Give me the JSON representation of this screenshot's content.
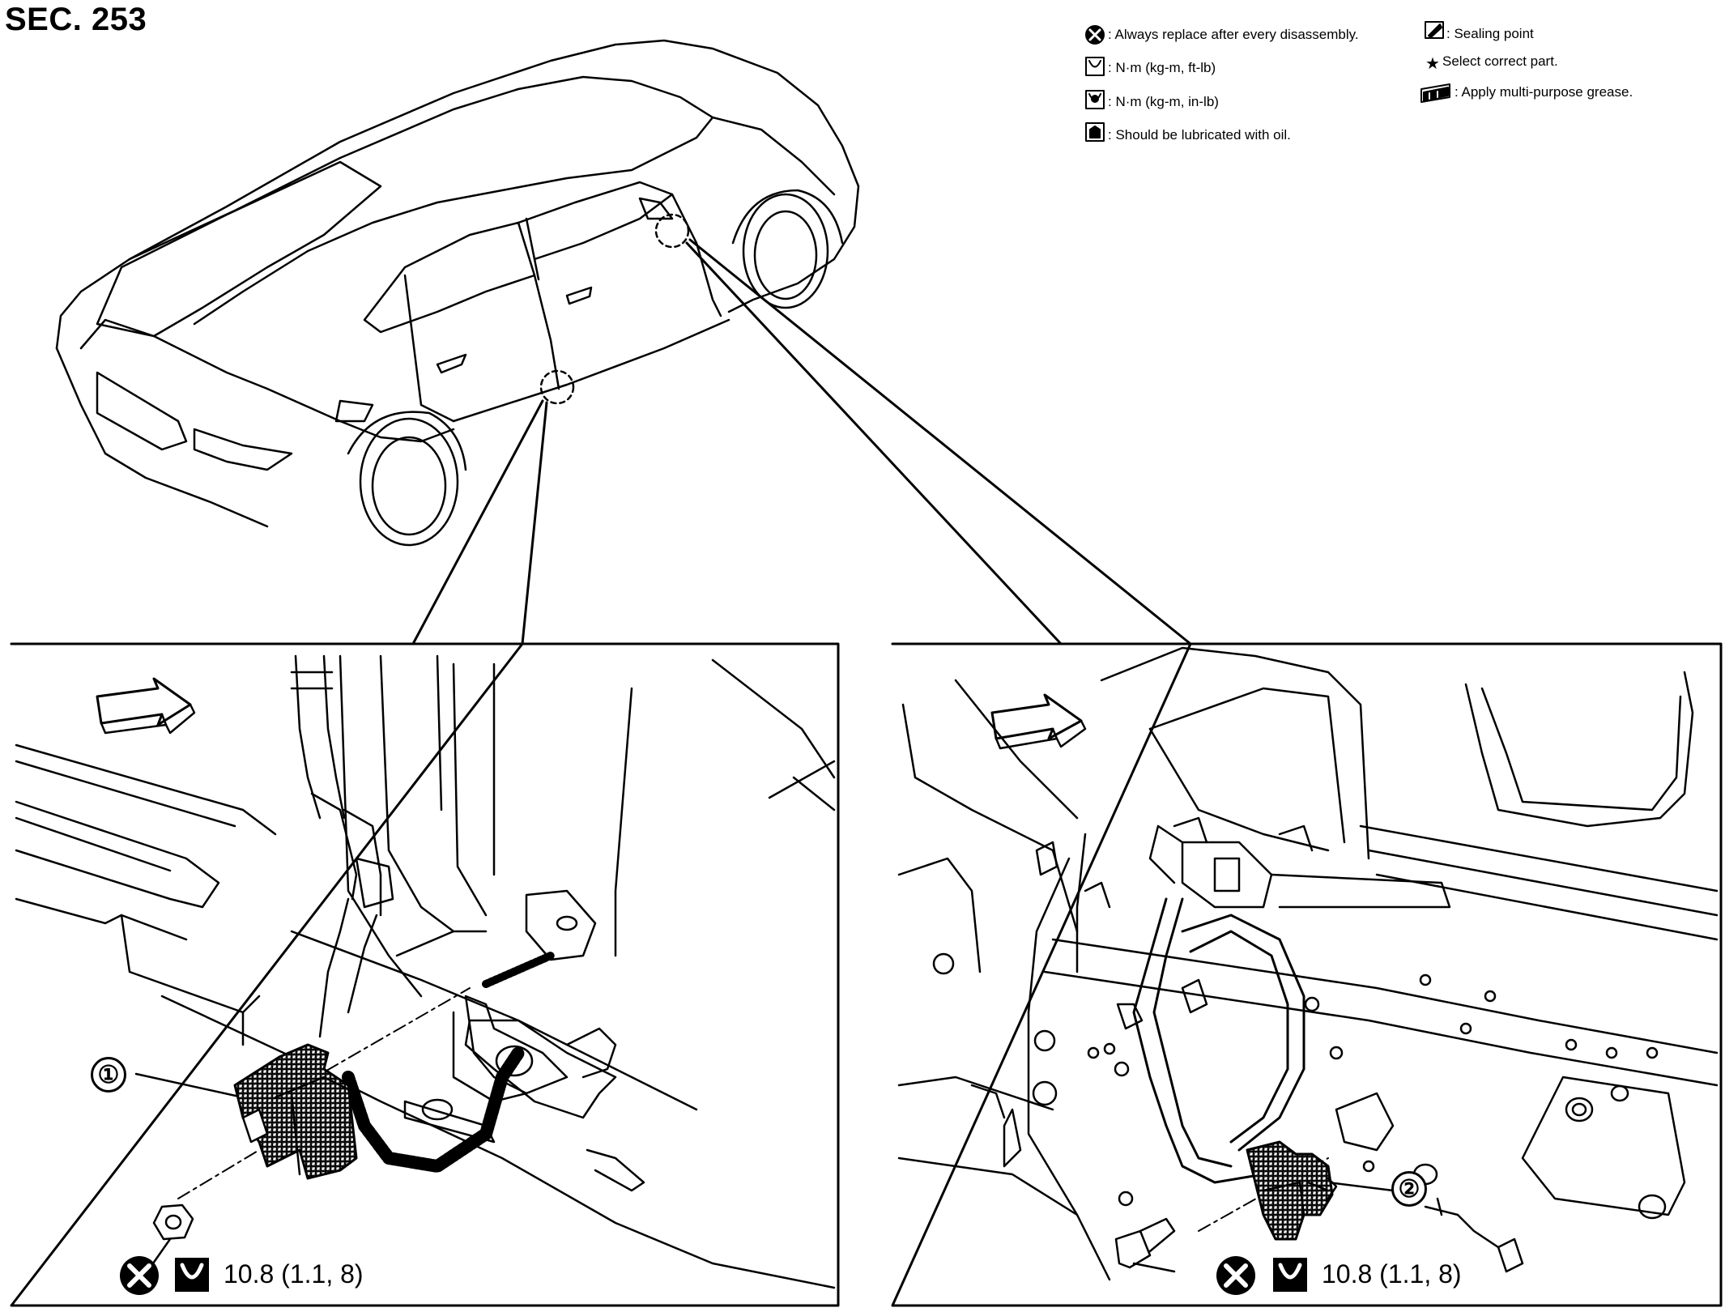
{
  "title": "SEC. 253",
  "legend": {
    "replace": ": Always replace after every disassembly.",
    "torque_ft": ": N·m (kg-m, ft-lb)",
    "torque_in": ": N·m (kg-m, in-lb)",
    "lubricate": ": Should be lubricated with oil.",
    "sealing": ": Sealing point",
    "select": "Select correct part.",
    "grease": ": Apply multi-purpose grease."
  },
  "detail_left": {
    "callout": "①",
    "torque": "10.8 (1.1, 8)"
  },
  "detail_right": {
    "callout": "②",
    "torque": "10.8 (1.1, 8)"
  },
  "icons": {
    "replace": "x-circle-icon",
    "torque_ft": "torque-wrench-icon",
    "torque_in": "torque-wrench-inlb-icon",
    "lubricate": "oil-can-icon",
    "sealing": "sealant-icon",
    "select": "star-icon",
    "grease": "grease-icon"
  }
}
